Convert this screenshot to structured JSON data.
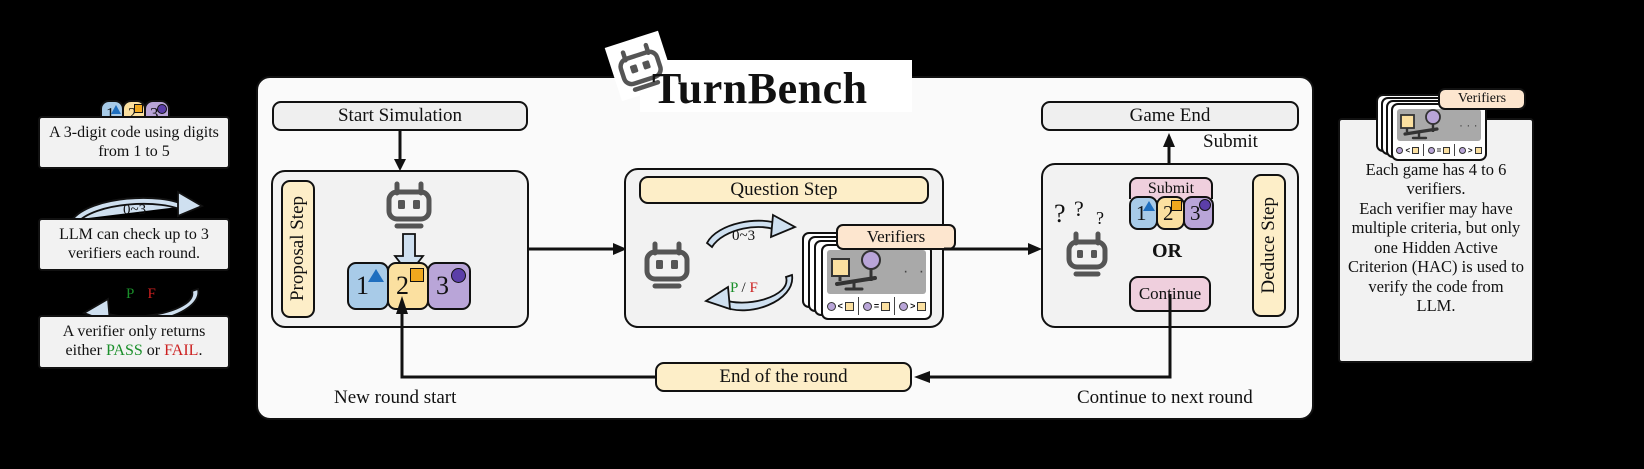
{
  "title": "TurnBench",
  "left_notes": [
    {
      "id": "code-note",
      "text": "A 3-digit code using digits from 1 to 5",
      "icon": "code-tiles-icon"
    },
    {
      "id": "checks-note",
      "text": "LLM can check up to 3 verifiers each round.",
      "icon": "curved-arrow-icon",
      "arrow_label": "0~3"
    },
    {
      "id": "verdict-note",
      "text_before": "A verifier only returns either ",
      "pass": "PASS",
      "text_mid": " or ",
      "fail": "FAIL",
      "text_after": ".",
      "icon": "curved-arrow-back-icon",
      "arrow_p": "P",
      "arrow_f": "F"
    }
  ],
  "flow": {
    "start_button": "Start Simulation",
    "game_end_button": "Game End",
    "submit_edge_label": "Submit",
    "end_of_round_button": "End of the round",
    "new_round_label": "New round start",
    "continue_label": "Continue to next round"
  },
  "proposal_step": {
    "label": "Proposal Step",
    "robot_icon": "robot-icon",
    "arrow_icon": "down-arrow-icon",
    "code": [
      {
        "digit": "1",
        "mark": "triangle",
        "color": "#a8cbe8"
      },
      {
        "digit": "2",
        "mark": "square",
        "color": "#fbe0a0"
      },
      {
        "digit": "3",
        "mark": "circle",
        "color": "#b9a5d8"
      }
    ]
  },
  "question_step": {
    "label": "Question Step",
    "robot_icon": "robot-icon",
    "ask_arrow_label": "0~3",
    "reply_p": "P",
    "reply_slash": "/",
    "reply_f": "F",
    "verifiers_tab": "Verifiers",
    "dots": "· · ·",
    "criteria": [
      "o < □",
      "o = □",
      "o > □"
    ]
  },
  "deduce_step": {
    "label": "Deduce Step",
    "thinking_icon": "robot-thinking-icon",
    "question_marks": "? ? ?",
    "submit_cap": "Submit",
    "code": [
      {
        "digit": "1",
        "mark": "triangle",
        "color": "#a8cbe8"
      },
      {
        "digit": "2",
        "mark": "square",
        "color": "#fbe0a0"
      },
      {
        "digit": "3",
        "mark": "circle",
        "color": "#b9a5d8"
      }
    ],
    "or": "OR",
    "continue_button": "Continue"
  },
  "right_note": {
    "verifiers_tab": "Verifiers",
    "text": "Each game has 4 to 6 verifiers. Each verifier may have multiple criteria, but only one Hidden Active Criterion (HAC) is used to verify the code from LLM.",
    "lines": [
      "Each game has 4 to 6",
      "verifiers.",
      "Each verifier may have",
      "multiple criteria, but only",
      "one Hidden Active",
      "Criterion (HAC) is used to",
      "verify the code from",
      "LLM."
    ]
  },
  "colors": {
    "tile_blue": "#a8cbe8",
    "tile_yellow": "#fbe0a0",
    "tile_purple": "#b9a5d8",
    "accent_cream": "#fdeec8",
    "accent_pink": "#efcfdd",
    "accent_peach": "#fde6cf",
    "pass_green": "#1a8f2a",
    "fail_red": "#cc1f1f",
    "outline": "#111111"
  }
}
